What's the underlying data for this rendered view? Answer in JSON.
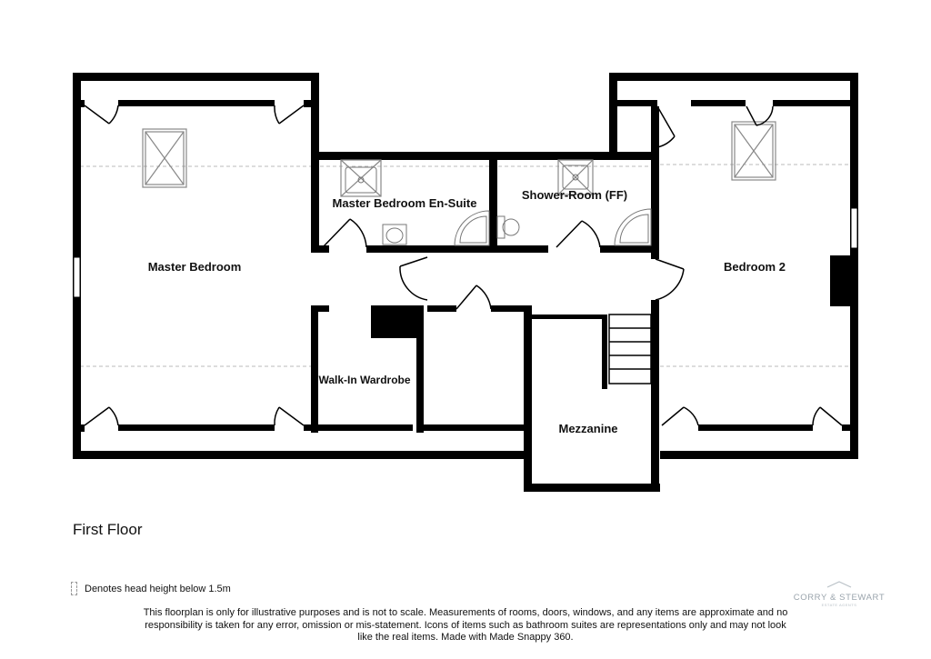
{
  "rooms": {
    "master_bedroom": "Master Bedroom",
    "ensuite": "Master Bedroom En-Suite",
    "shower_room": "Shower-Room (FF)",
    "bedroom2": "Bedroom 2",
    "walk_in_wardrobe": "Walk-In Wardrobe",
    "mezzanine": "Mezzanine"
  },
  "floor_title": "First Floor",
  "legend_text": "Denotes head height below 1.5m",
  "disclaimer": "This floorplan is only for illustrative purposes and is not to scale. Measurements of rooms, doors, windows, and any items are approximate and no responsibility is taken for any error, omission or mis-statement. Icons of items such as bathroom suites are representations only and may not look like the real items. Made with Made Snappy 360.",
  "brand": {
    "name": "CORRY & STEWART",
    "sub": "ESTATE AGENTS"
  },
  "colors": {
    "wall": "#000000",
    "fixture": "#888888",
    "headheight_line": "#bbbbbb",
    "brand": "#9aa4ac"
  }
}
